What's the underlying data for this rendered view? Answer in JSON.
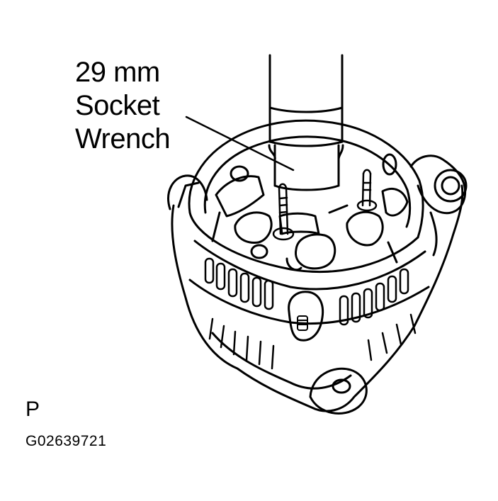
{
  "callout": {
    "line1": "29 mm",
    "line2": "Socket",
    "line3": "Wrench"
  },
  "view_letter": "P",
  "figure_code": "G02639721",
  "colors": {
    "ink": "#000000",
    "paper": "#ffffff"
  }
}
